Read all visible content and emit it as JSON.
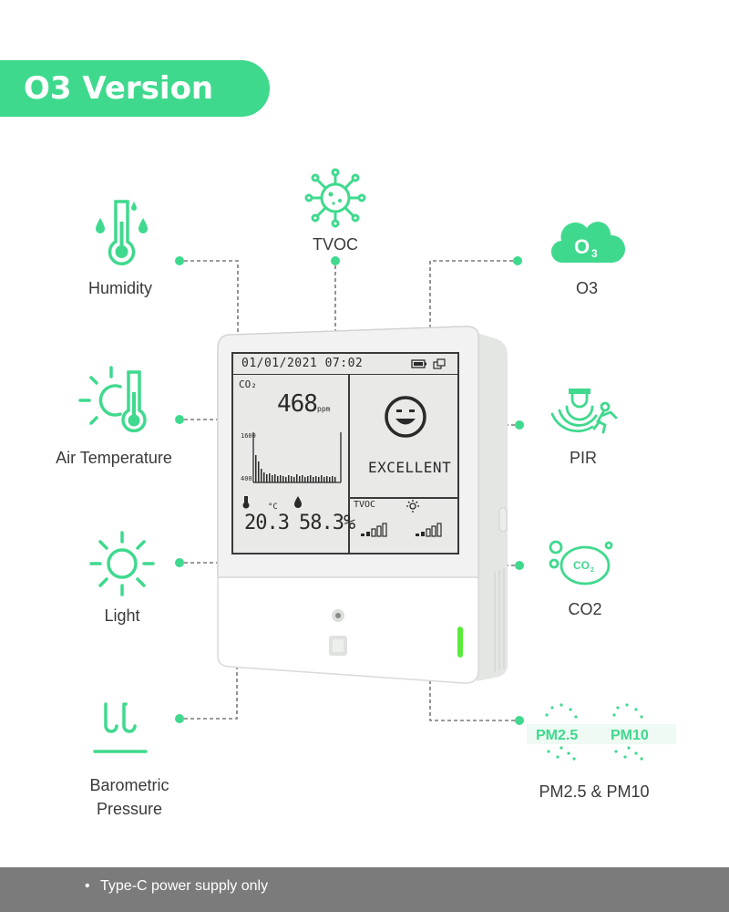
{
  "header": {
    "version_label": "O3 Version"
  },
  "features": {
    "humidity": {
      "label": "Humidity",
      "icon": "humidity-thermometer-icon"
    },
    "tvoc": {
      "label": "TVOC",
      "icon": "virus-molecule-icon"
    },
    "o3": {
      "label": "O3",
      "icon": "o3-cloud-icon",
      "badge": "O",
      "badge_sub": "3"
    },
    "air_temperature": {
      "label": "Air Temperature",
      "icon": "sun-thermometer-icon"
    },
    "pir": {
      "label": "PIR",
      "icon": "motion-sensor-icon"
    },
    "light": {
      "label": "Light",
      "icon": "sun-icon"
    },
    "co2": {
      "label": "CO2",
      "icon": "co2-bubble-icon",
      "badge": "CO",
      "badge_sub": "2"
    },
    "barometric": {
      "label_line1": "Barometric",
      "label_line2": "Pressure",
      "icon": "pressure-icon"
    },
    "pm": {
      "label": "PM2.5 & PM10",
      "tag1": "PM2.5",
      "tag2": "PM10",
      "icon": "particulate-icon"
    }
  },
  "device": {
    "screen": {
      "datetime": "01/01/2021 07:02",
      "co2_label": "CO₂",
      "co2_value": "468",
      "co2_unit": "ppm",
      "chart_max": "1600",
      "chart_min": "400",
      "temperature": "20.3",
      "temperature_unit": "°C",
      "humidity": "58.3%",
      "status": "EXCELLENT",
      "tvoc_label": "TVOC"
    }
  },
  "footer": {
    "bullet": "•",
    "note": "Type-C power supply only"
  },
  "colors": {
    "accent": "#3fd98e",
    "footer_bg": "#7b7b7b",
    "text": "#3a3a3a"
  }
}
